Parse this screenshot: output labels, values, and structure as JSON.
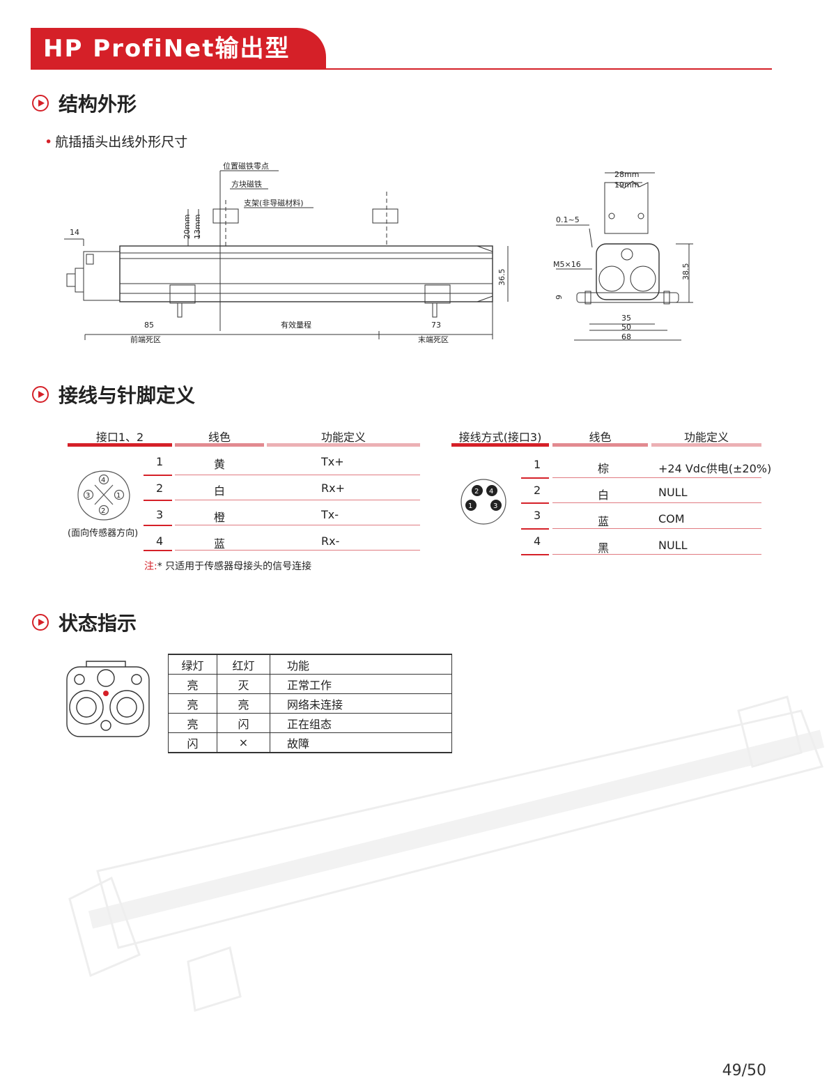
{
  "header": {
    "title": "HP ProfiNet输出型"
  },
  "sections": {
    "structure": "结构外形",
    "wiring": "接线与针脚定义",
    "status": "状态指示"
  },
  "bullet": "航插插头出线外形尺寸",
  "drawing": {
    "labels": {
      "magnet_zero": "位置磁铁零点",
      "square_magnet": "方块磁铁",
      "bracket": "支架(非导磁材料)",
      "dim_20": "20mm",
      "dim_13": "13mm",
      "dim_14": "14",
      "dim_36_5": "36.5",
      "dim_85": "85",
      "dim_eff": "有效量程",
      "dim_73": "73",
      "front_dead": "前端死区",
      "rear_dead": "末端死区",
      "dim_28": "28mm",
      "dim_19": "19mm",
      "dim_01_5": "0.1~5",
      "m5x16": "M5×16",
      "dim_38_5": "38.5",
      "dim_9": "9",
      "dim_35": "35",
      "dim_50": "50",
      "dim_68": "68"
    }
  },
  "table1": {
    "headers": [
      "接口1、2",
      "线色",
      "功能定义"
    ],
    "rows": [
      [
        "1",
        "黄",
        "Tx+"
      ],
      [
        "2",
        "白",
        "Rx+"
      ],
      [
        "3",
        "橙",
        "Tx-"
      ],
      [
        "4",
        "蓝",
        "Rx-"
      ]
    ],
    "pins": [
      "1",
      "2",
      "3",
      "4"
    ],
    "caption": "(面向传感器方向)",
    "note_prefix": "注:",
    "note_text": "* 只适用于传感器母接头的信号连接"
  },
  "table2": {
    "headers": [
      "接线方式(接口3)",
      "线色",
      "功能定义"
    ],
    "rows": [
      [
        "1",
        "棕",
        "+24 Vdc供电(±20%)"
      ],
      [
        "2",
        "白",
        "NULL"
      ],
      [
        "3",
        "蓝",
        "COM"
      ],
      [
        "4",
        "黑",
        "NULL"
      ]
    ],
    "pins": [
      "1",
      "2",
      "3",
      "4"
    ]
  },
  "status_table": {
    "headers": [
      "绿灯",
      "红灯",
      "功能"
    ],
    "rows": [
      [
        "亮",
        "灭",
        "正常工作"
      ],
      [
        "亮",
        "亮",
        "网络未连接"
      ],
      [
        "亮",
        "闪",
        "正在组态"
      ],
      [
        "闪",
        "×",
        "故障"
      ]
    ]
  },
  "page_number": "49/50",
  "colors": {
    "brand_red": "#d52028",
    "bar_pink": "#e8a3a8"
  }
}
